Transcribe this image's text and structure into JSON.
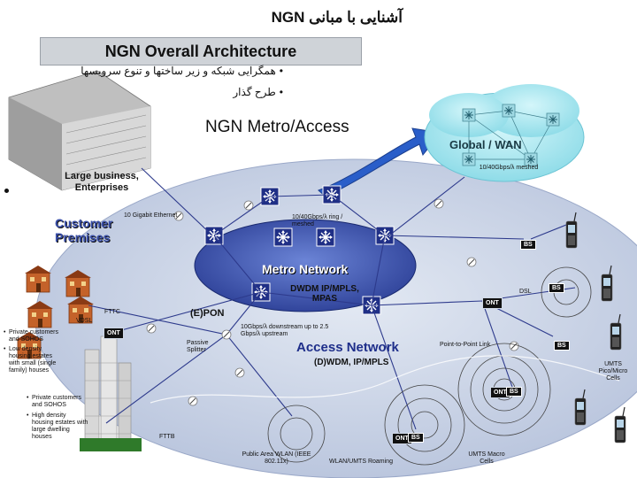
{
  "slide": {
    "title_persian": "آشنایی با مبانی NGN",
    "overlay_title": "NGN Overall Architecture",
    "bullets_persian": [
      "همگرایی شبکه و زیر ساختها و تنوع سرویسها",
      "طرح گذار"
    ]
  },
  "diagram": {
    "metro_access_title": "NGN Metro/Access",
    "global_wan": {
      "label": "Global / WAN",
      "link": "10/40Gbps/λ meshed"
    },
    "large_business": "Large business, Enterprises",
    "customer_premises": "Customer Premises",
    "link_10gbe": "10 Gigabit Ethernet",
    "ring_meshed": "10/40Gbps/λ ring / meshed",
    "metro_network": "Metro Network",
    "dwdm": "DWDM IP/MPLS, MPAS",
    "dsl": "DSL",
    "fttc": "FTTC",
    "vdsl": "VDSL",
    "epon": "(E)PON",
    "pon_rate": "10Gbps/λ downstream up to 2.5 Gbps/λ upstream",
    "passive_splitter": "Passive Splitter",
    "access_network": "Access Network",
    "access_sub": "(D)WDM, IP/MPLS",
    "point_to_point": "Point-to-Point Link",
    "umts_pico": "UMTS Pico/Micro Cells",
    "umts_macro": "UMTS Macro Cells",
    "fttb": "FTTB",
    "public_area": "Public Area WLAN (IEEE 802.11x)",
    "wlan_umts": "WLAN/UMTS Roaming",
    "ont_label": "ONT",
    "bs_label": "BS",
    "private_customers_top": [
      "Private customers and SOHOS",
      "Low density housing estates with small (single family) houses"
    ],
    "private_customers_bottom": [
      "Private customers and SOHOS",
      "High density housing estates with large dwelling houses"
    ]
  },
  "colors": {
    "ellipse_fill": "#c9d3e6",
    "metro_fill": "#3a4fa8",
    "switch_fill": "#1f2f86",
    "global_fill": "#a7e8f0",
    "arrow": "#2a5ec9"
  }
}
